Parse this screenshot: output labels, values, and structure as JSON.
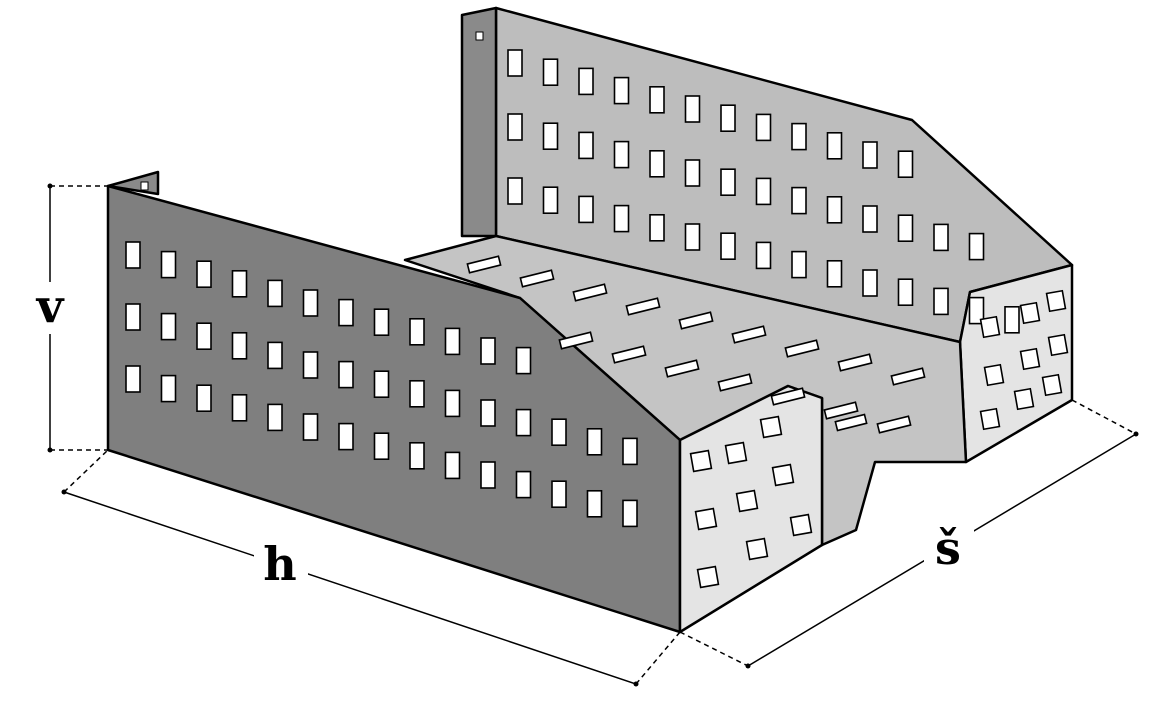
{
  "dimensions": {
    "height_label": "v",
    "length_label": "h",
    "width_label": "š"
  },
  "colors": {
    "outline": "#000000",
    "outer_wall": "#7f7f7f",
    "inner_wall": "#bdbdbd",
    "floor": "#c4c4c4",
    "end_face": "#e4e4e4",
    "perforation": "#ffffff",
    "background": "#ffffff"
  }
}
